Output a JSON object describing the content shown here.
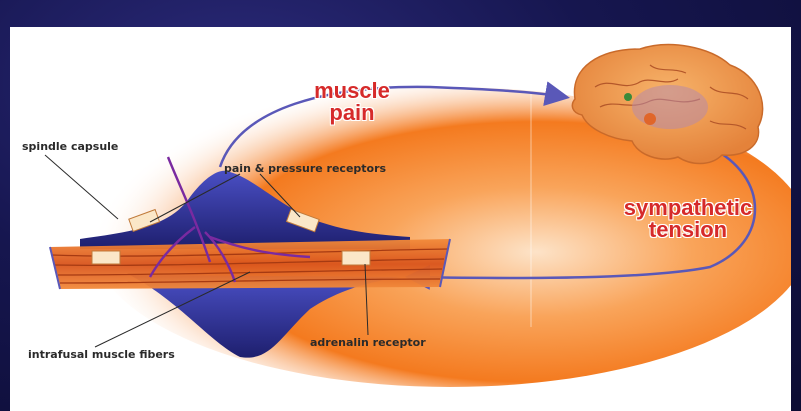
{
  "diagram": {
    "labels": {
      "muscle_pain_line1": "muscle",
      "muscle_pain_line2": "pain",
      "sympathetic_line1": "sympathetic",
      "sympathetic_line2": "tension",
      "spindle_capsule": "spindle capsule",
      "pain_receptors": "pain & pressure receptors",
      "intrafusal": "intrafusal muscle fibers",
      "adrenalin": "adrenalin receptor"
    },
    "colors": {
      "arrow": "#5a58b8",
      "pain_text": "#d62a2a",
      "capsule": "#2e2f8f",
      "background_glow": "#f47a1f"
    }
  }
}
